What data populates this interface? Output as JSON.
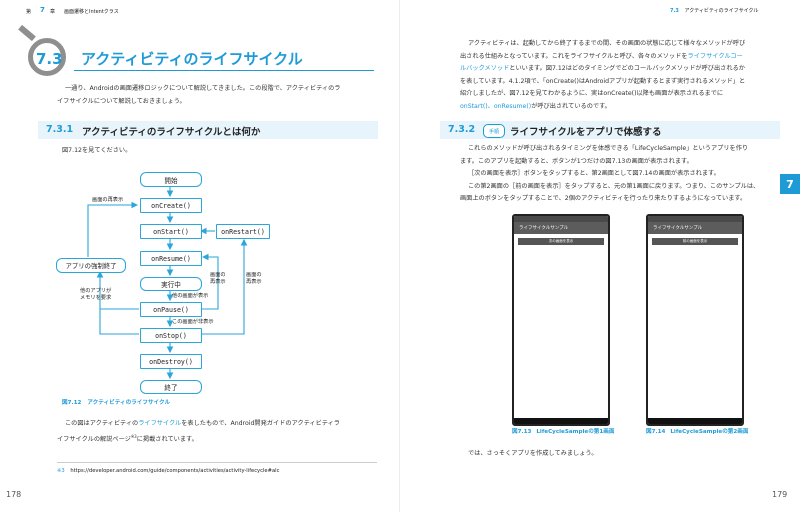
{
  "left": {
    "running_head": {
      "chapter_label": "第",
      "chapter_num": "7",
      "chapter_suffix": "章",
      "title": "画面遷移とIntentクラス"
    },
    "section": {
      "number": "7.3",
      "title": "アクティビティのライフサイクル"
    },
    "intro": [
      "一通り、Androidの画面遷移ロジックについて解説してきました。この段階で、アクティビティのラ",
      "イフサイクルについて解説しておきましょう。"
    ],
    "subsection": {
      "number": "7.3.1",
      "title": "アクティビティのライフサイクルとは何か"
    },
    "see_figure": "図7.12を見てください。",
    "diagram": {
      "nodes": {
        "start": "開始",
        "oncreate": "onCreate()",
        "onstart": "onStart()",
        "onrestart": "onRestart()",
        "onresume": "onResume()",
        "running": "実行中",
        "onpause": "onPause()",
        "onstop": "onStop()",
        "ondestroy": "onDestroy()",
        "end": "終了",
        "killed": "アプリの強制終了"
      },
      "labels": {
        "redisplay_top": "画面の再表示",
        "other_app_1": "他のアプリが",
        "other_app_2": "メモリを要求",
        "other_screen_shown": "他の画面が表示",
        "screen_hidden": "この画面が非表示",
        "redisplay_a1": "画面の",
        "redisplay_a2": "再表示",
        "redisplay_b1": "画面の",
        "redisplay_b2": "再表示"
      },
      "caption_num": "図7.12",
      "caption_title": "アクティビティのライフサイクル"
    },
    "para": {
      "p1_a": "この図はアクティビティの",
      "p1_hl": "ライフサイクル",
      "p1_b": "を表したもので、Android開発ガイドのアクティビティラ",
      "p2": "イフサイクルの解説ページ",
      "p2_note": "※3",
      "p2_b": "に掲載されています。"
    },
    "footnote": {
      "mark": "※3",
      "url": "https://developer.android.com/guide/components/activities/activity-lifecycle#alc"
    },
    "page_number": "178"
  },
  "right": {
    "running_head": {
      "section_num": "7.3",
      "title": "アクティビティのライフサイクル"
    },
    "para1": [
      {
        "t": "アクティビティは、起動してから終了するまでの間、その画面の状態に応じて様々なメソッドが呼び"
      },
      {
        "t": "出される仕組みとなっています。これをライフサイクルと呼び、各々のメソッドを",
        "hl": "ライフサイクルコー"
      },
      {
        "hl": "ルバックメソッド",
        "t": "といいます。図7.12はどのタイミングでどのコールバックメソッドが呼び出されるか"
      },
      {
        "t": "を表しています。4.1.2項で、「onCreate()はAndroidアプリが起動するとまず実行されるメソッド」と"
      },
      {
        "t": "紹介しましたが、図7.12を見てわかるように、実はonCreate()以降も画面が表示されるまでに"
      },
      {
        "hl": "onStart()、onResume()",
        "t": "が呼び出されているのです。"
      }
    ],
    "subsection": {
      "number": "7.3.2",
      "badge": "手順",
      "title": "ライフサイクルをアプリで体感する"
    },
    "para2": [
      "これらのメソッドが呼び出されるタイミングを体感できる「LifeCycleSample」というアプリを作り",
      "ます。このアプリを起動すると、ボタンが1つだけの図7.13の画面が表示されます。",
      "［次の画面を表示］ボタンをタップすると、第2画面として図7.14の画面が表示されます。",
      "この第2画面の［前の画面を表示］をタップすると、元の第1画面に戻ります。つまり、このサンプルは、",
      "画面上のボタンをタップすることで、2個のアクティビティを行ったり来たりするようになっています。"
    ],
    "phones": [
      {
        "app_title": "ライフサイクルサンプル",
        "button": "次の画面を表示",
        "caption_num": "図7.13",
        "caption_title": "LifeCycleSampleの第1画面"
      },
      {
        "app_title": "ライフサイクルサンプル",
        "button": "前の画面を表示",
        "caption_num": "図7.14",
        "caption_title": "LifeCycleSampleの第2画面"
      }
    ],
    "closing": "では、さっそくアプリを作成してみましょう。",
    "chapter_tab": "7",
    "page_number": "179"
  },
  "colors": {
    "accent": "#1e9bd7",
    "node_border": "#2aa6d9",
    "section_bg": "#e7f4fb",
    "badge_gray": "#8f8f8f"
  }
}
